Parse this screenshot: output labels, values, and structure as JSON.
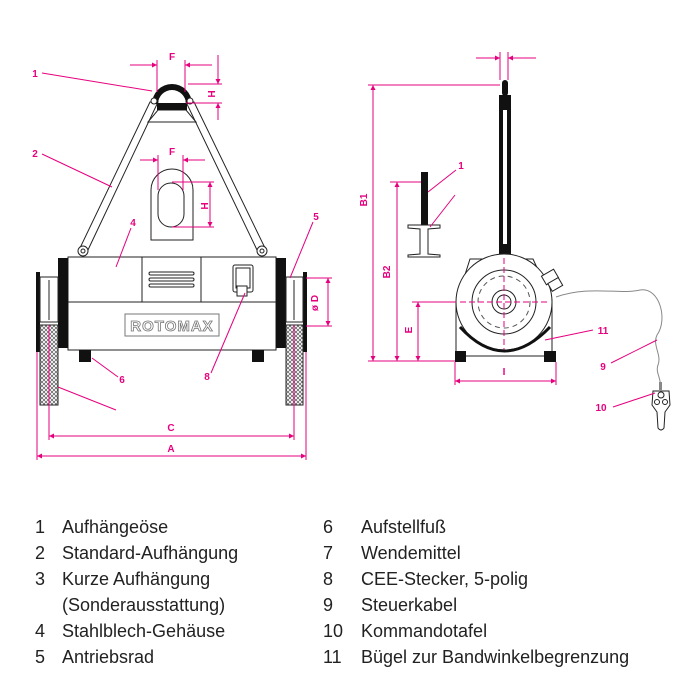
{
  "colors": {
    "accent": "#e6007e",
    "line": "#222222"
  },
  "front_view": {
    "brand": "ROTOMAX",
    "dims": {
      "F_top": "F",
      "H_top": "H",
      "F_short": "F",
      "H_short": "H",
      "D": "ø D",
      "C": "C",
      "A": "A"
    },
    "callouts": {
      "c1": "1",
      "c2": "2",
      "c4": "4",
      "c5": "5",
      "c6": "6",
      "c8": "8"
    }
  },
  "side_view": {
    "dims": {
      "B1": "B1",
      "B2": "B2",
      "E": "E",
      "I": "I"
    },
    "callouts": {
      "c1": "1",
      "c9": "9",
      "c10": "10",
      "c11": "11"
    }
  },
  "legend": {
    "left": [
      {
        "num": "1",
        "text": "Aufhängeöse"
      },
      {
        "num": "2",
        "text": "Standard-Aufhängung"
      },
      {
        "num": "3",
        "text": "Kurze Aufhängung"
      },
      {
        "num": "",
        "text": "(Sonderausstattung)"
      },
      {
        "num": "4",
        "text": "Stahlblech-Gehäuse"
      },
      {
        "num": "5",
        "text": "Antriebsrad"
      }
    ],
    "right": [
      {
        "num": "6",
        "text": "Aufstellfuß"
      },
      {
        "num": "7",
        "text": "Wendemittel"
      },
      {
        "num": "8",
        "text": "CEE-Stecker, 5-polig"
      },
      {
        "num": "9",
        "text": "Steuerkabel"
      },
      {
        "num": "10",
        "text": "Kommandotafel"
      },
      {
        "num": "11",
        "text": "Bügel zur Bandwinkelbegrenzung"
      }
    ]
  }
}
